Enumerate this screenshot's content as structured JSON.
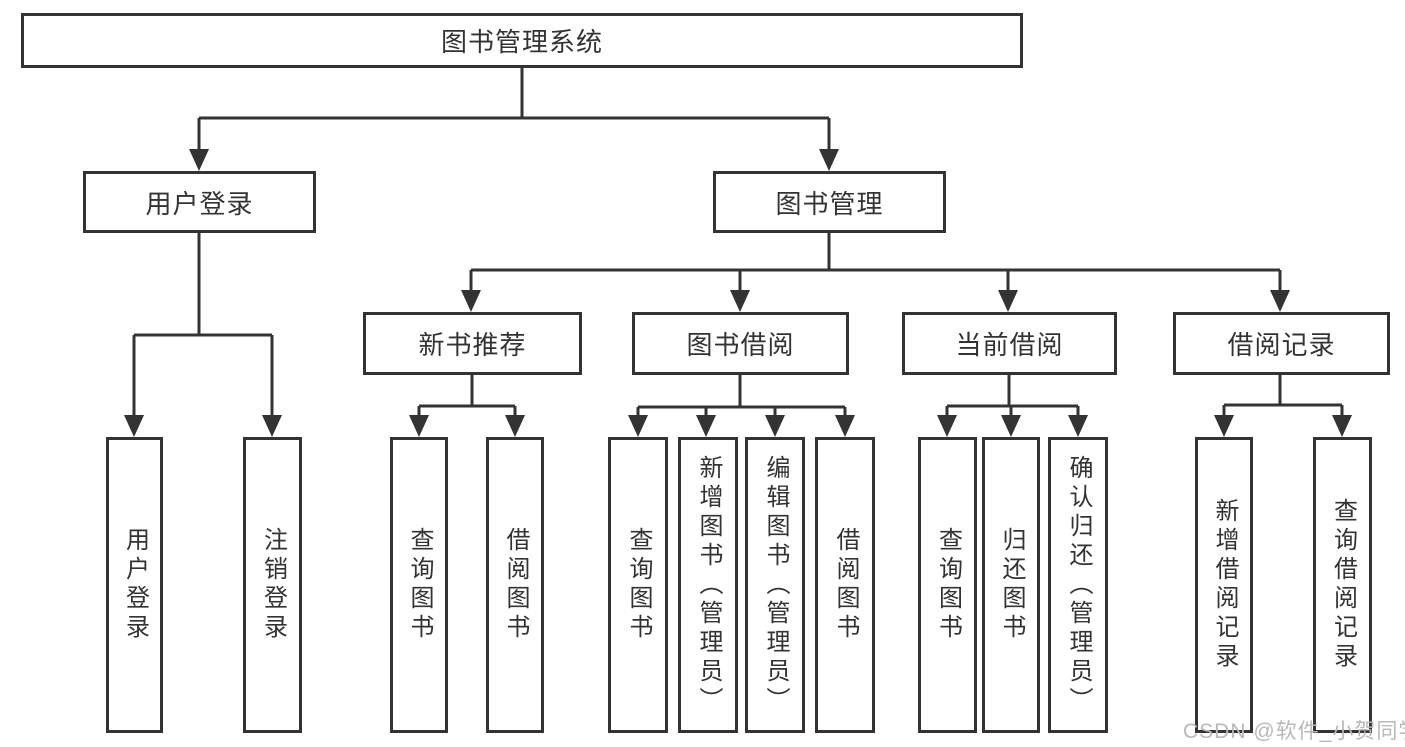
{
  "diagram": {
    "root": {
      "label": "图书管理系统"
    },
    "branches": [
      {
        "label": "用户登录",
        "children": [
          {
            "label": "用户登录"
          },
          {
            "label": "注销登录"
          }
        ]
      },
      {
        "label": "图书管理",
        "children": [
          {
            "label": "新书推荐",
            "children": [
              {
                "label": "查询图书"
              },
              {
                "label": "借阅图书"
              }
            ]
          },
          {
            "label": "图书借阅",
            "children": [
              {
                "label": "查询图书"
              },
              {
                "label": "新增图书（管理员）"
              },
              {
                "label": "编辑图书（管理员）"
              },
              {
                "label": "借阅图书"
              }
            ]
          },
          {
            "label": "当前借阅",
            "children": [
              {
                "label": "查询图书"
              },
              {
                "label": "归还图书"
              },
              {
                "label": "确认归还（管理员）"
              }
            ]
          },
          {
            "label": "借阅记录",
            "children": [
              {
                "label": "新增借阅记录"
              },
              {
                "label": "查询借阅记录"
              }
            ]
          }
        ]
      }
    ]
  },
  "watermark": {
    "text": "CSDN @软件_小贺同学"
  },
  "colors": {
    "line": "#333333",
    "box_border": "#333333",
    "text": "#333333",
    "watermark_text": "#b9b9b9",
    "background": "#ffffff"
  }
}
